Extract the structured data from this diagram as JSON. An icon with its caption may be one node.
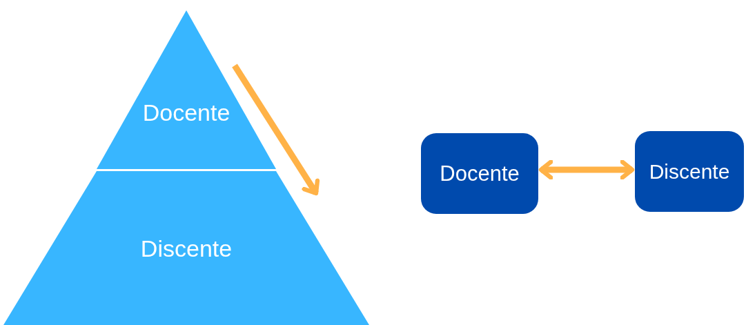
{
  "diagram": {
    "nodes": [
      {
        "text": [
          "Docente"
        ]
      },
      {
        "text": [
          "Discente"
        ]
      },
      {
        "text": [
          "Docente"
        ]
      },
      {
        "text": [
          "Discente"
        ]
      }
    ],
    "edges": [
      {
        "from": 2,
        "to": 3,
        "arrow": "both"
      }
    ]
  }
}
